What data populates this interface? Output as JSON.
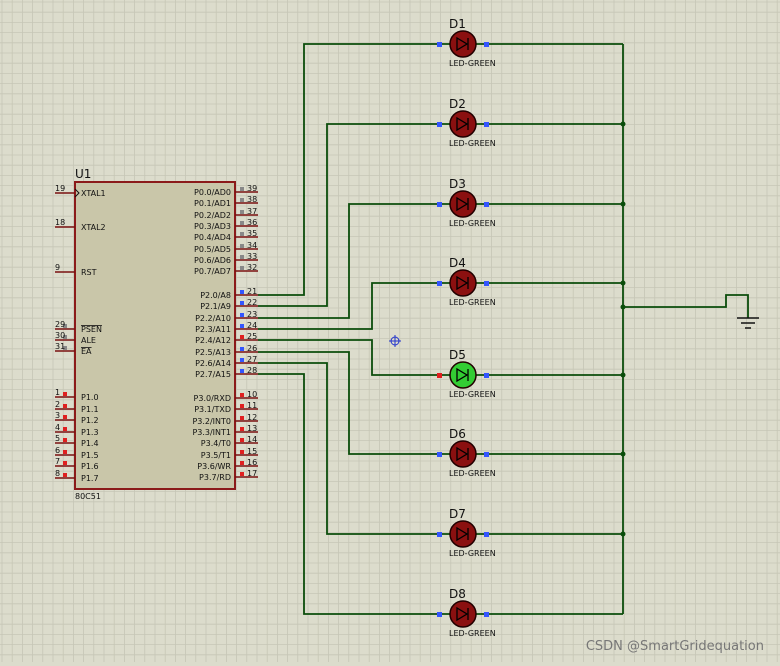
{
  "chip": {
    "designator": "U1",
    "part": "80C51",
    "left_pins": [
      {
        "num": "19",
        "name": "XTAL1"
      },
      {
        "num": "18",
        "name": "XTAL2"
      },
      {
        "num": "9",
        "name": "RST"
      },
      {
        "num": "29",
        "name": "PSEN"
      },
      {
        "num": "30",
        "name": "ALE"
      },
      {
        "num": "31",
        "name": "EA"
      },
      {
        "num": "1",
        "name": "P1.0"
      },
      {
        "num": "2",
        "name": "P1.1"
      },
      {
        "num": "3",
        "name": "P1.2"
      },
      {
        "num": "4",
        "name": "P1.3"
      },
      {
        "num": "5",
        "name": "P1.4"
      },
      {
        "num": "6",
        "name": "P1.5"
      },
      {
        "num": "7",
        "name": "P1.6"
      },
      {
        "num": "8",
        "name": "P1.7"
      }
    ],
    "right_pins": [
      {
        "num": "39",
        "name": "P0.0/AD0"
      },
      {
        "num": "38",
        "name": "P0.1/AD1"
      },
      {
        "num": "37",
        "name": "P0.2/AD2"
      },
      {
        "num": "36",
        "name": "P0.3/AD3"
      },
      {
        "num": "35",
        "name": "P0.4/AD4"
      },
      {
        "num": "34",
        "name": "P0.5/AD5"
      },
      {
        "num": "33",
        "name": "P0.6/AD6"
      },
      {
        "num": "32",
        "name": "P0.7/AD7"
      },
      {
        "num": "21",
        "name": "P2.0/A8"
      },
      {
        "num": "22",
        "name": "P2.1/A9"
      },
      {
        "num": "23",
        "name": "P2.2/A10"
      },
      {
        "num": "24",
        "name": "P2.3/A11"
      },
      {
        "num": "25",
        "name": "P2.4/A12"
      },
      {
        "num": "26",
        "name": "P2.5/A13"
      },
      {
        "num": "27",
        "name": "P2.6/A14"
      },
      {
        "num": "28",
        "name": "P2.7/A15"
      },
      {
        "num": "10",
        "name": "P3.0/RXD"
      },
      {
        "num": "11",
        "name": "P3.1/TXD"
      },
      {
        "num": "12",
        "name": "P3.2/INT0"
      },
      {
        "num": "13",
        "name": "P3.3/INT1"
      },
      {
        "num": "14",
        "name": "P3.4/T0"
      },
      {
        "num": "15",
        "name": "P3.5/T1"
      },
      {
        "num": "16",
        "name": "P3.6/WR"
      },
      {
        "num": "17",
        "name": "P3.7/RD"
      }
    ]
  },
  "leds": [
    {
      "designator": "D1",
      "type": "LED-GREEN",
      "lit": false
    },
    {
      "designator": "D2",
      "type": "LED-GREEN",
      "lit": false
    },
    {
      "designator": "D3",
      "type": "LED-GREEN",
      "lit": false
    },
    {
      "designator": "D4",
      "type": "LED-GREEN",
      "lit": false
    },
    {
      "designator": "D5",
      "type": "LED-GREEN",
      "lit": true
    },
    {
      "designator": "D6",
      "type": "LED-GREEN",
      "lit": false
    },
    {
      "designator": "D7",
      "type": "LED-GREEN",
      "lit": false
    },
    {
      "designator": "D8",
      "type": "LED-GREEN",
      "lit": false
    }
  ],
  "watermark": "CSDN @SmartGridequation",
  "colors": {
    "background": "#dcdccc",
    "grid": "#c6c6b6",
    "chip_body": "#c9c6a9",
    "chip_border": "#8b1a1a",
    "wire": "#0b4d0b",
    "led_off": "#8b1010",
    "led_on": "#33cc33",
    "pin_low": "#3355ff",
    "pin_high": "#e02020",
    "pin_grey": "#888888"
  }
}
